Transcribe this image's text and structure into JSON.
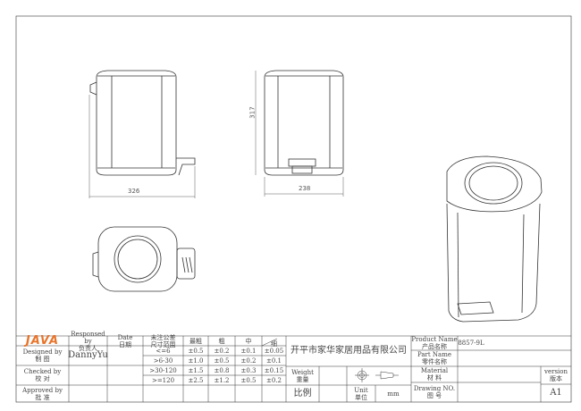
{
  "drawing": {
    "dimensions": {
      "width_side": "326",
      "height": "317",
      "width_front": "238"
    }
  },
  "title_block": {
    "logo_text": "JAVA",
    "responsible_label": [
      "Responsed by",
      "负责人"
    ],
    "date_label": [
      "Date",
      "日期"
    ],
    "tolerance_label": [
      "未注公差",
      "尺寸范围"
    ],
    "tolerance_headers": [
      "最粗",
      "粗",
      "中",
      "细"
    ],
    "tolerance_rows": [
      {
        "range": "<=6",
        "values": [
          "±0.5",
          "±0.2",
          "±0.1",
          "±0.05"
        ]
      },
      {
        "range": ">6-30",
        "values": [
          "±1.0",
          "±0.5",
          "±0.2",
          "±0.1"
        ]
      },
      {
        "range": ">30-120",
        "values": [
          "±1.5",
          "±0.8",
          "±0.3",
          "±0.15"
        ]
      },
      {
        "range": ">=120",
        "values": [
          "±2.5",
          "±1.2",
          "±0.5",
          "±0.2"
        ]
      }
    ],
    "designed_label": [
      "Designed by",
      "制 图"
    ],
    "designer": "DannyYu",
    "checked_label": [
      "Checked by",
      "校 对"
    ],
    "approved_label": [
      "Approved by",
      "批 准"
    ],
    "company": "开平市家华家居用品有限公司",
    "product_name_label": [
      "Product Name",
      "产品名称"
    ],
    "product_name": "8857-9L",
    "part_name_label": [
      "Part Name",
      "零件名称"
    ],
    "weight_label": [
      "Weight",
      "重量"
    ],
    "scale_label": "比例",
    "unit_label": [
      "Unit",
      "单位"
    ],
    "unit": "mm",
    "material_label": [
      "Material",
      "材 料"
    ],
    "drawing_no_label": [
      "Drawing NO.",
      "图 号"
    ],
    "version_label": [
      "version",
      "版本"
    ],
    "version": "A1"
  }
}
